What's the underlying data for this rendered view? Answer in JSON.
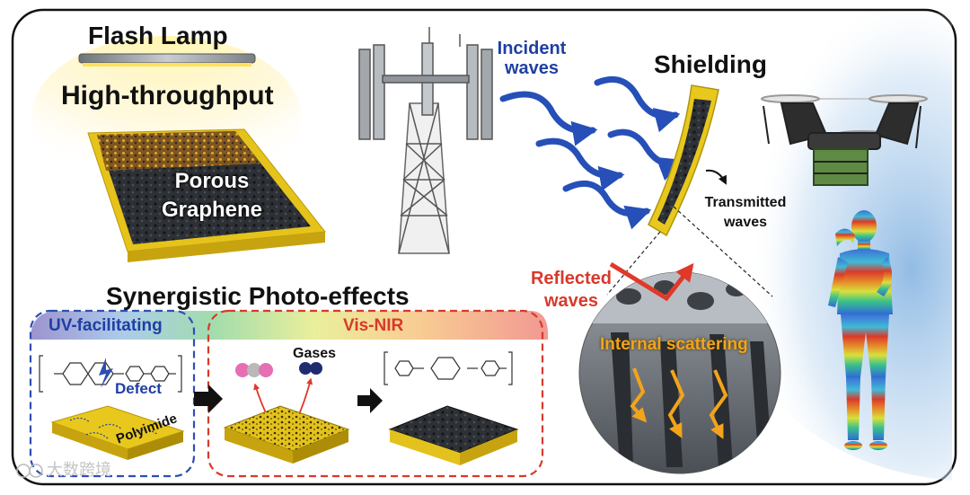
{
  "labels": {
    "flash_lamp": "Flash Lamp",
    "high_throughput": "High-throughput",
    "porous_graphene": [
      "Porous",
      "Graphene"
    ],
    "incident_waves": [
      "Incident",
      "waves"
    ],
    "shielding": "Shielding",
    "transmitted_waves": [
      "Transmitted",
      "waves"
    ],
    "reflected_waves": [
      "Reflected",
      "waves"
    ],
    "internal_scattering": "Internal scattering",
    "synergistic": "Synergistic Photo-effects",
    "uv_facilitating": "UV-facilitating",
    "vis_nir": "Vis-NIR",
    "defect": "Defect",
    "gases": "Gases",
    "polyimide": "Polyimide",
    "watermark": "大数跨境"
  },
  "colors": {
    "blue_text": "#1f3fa3",
    "red_text": "#d8392b",
    "orange_text": "#f2a41a",
    "gold": "#e9c81a",
    "graphene_dark": "#2b2e33"
  }
}
